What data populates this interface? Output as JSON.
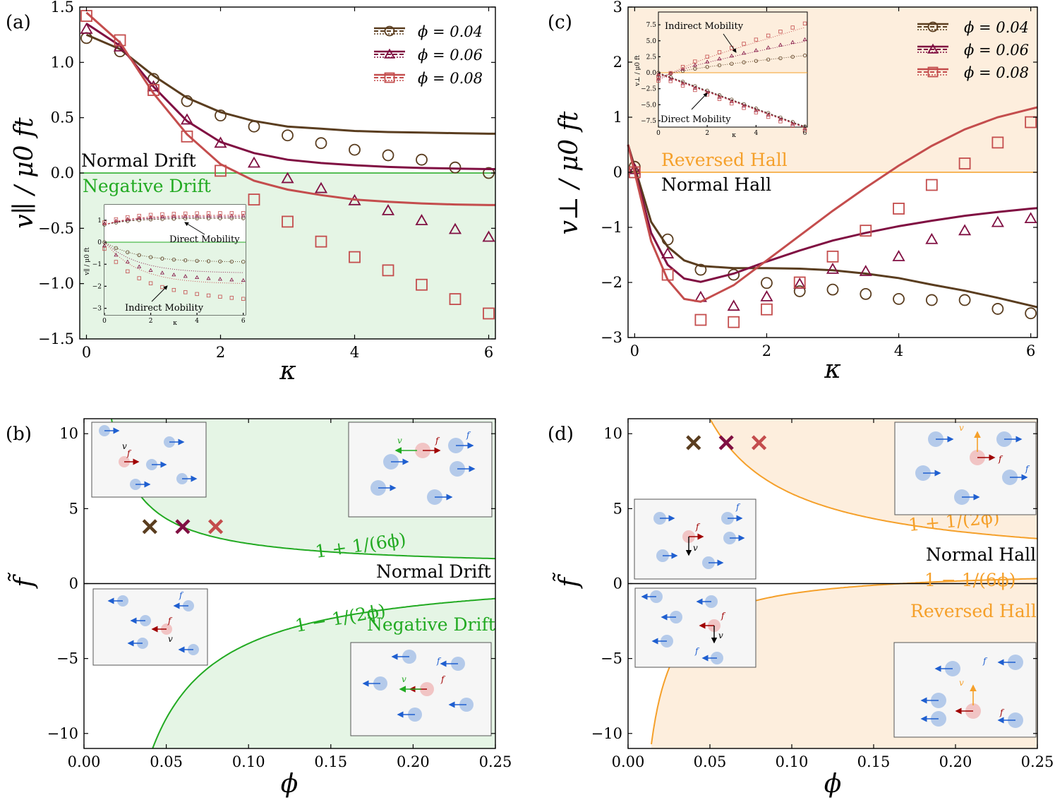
{
  "panels": {
    "a": {
      "label": "(a)",
      "ylabel": "v∥ / μ0 ft",
      "xlabel": "κ"
    },
    "b": {
      "label": "(b)",
      "ylabel": "f̃",
      "xlabel": "ϕ"
    },
    "c": {
      "label": "(c)",
      "ylabel": "v⊥ / μ0 ft",
      "xlabel": "κ"
    },
    "d": {
      "label": "(d)",
      "ylabel": "f̃",
      "xlabel": "ϕ"
    }
  },
  "legend": [
    "ϕ = 0.04",
    "ϕ = 0.06",
    "ϕ = 0.08"
  ],
  "region_labels": {
    "normal_drift": "Normal Drift",
    "negative_drift": "Negative Drift",
    "reversed_hall": "Reversed Hall",
    "normal_hall": "Normal Hall"
  },
  "curve_labels": {
    "b_upper": "1 + 1/(6ϕ)",
    "b_lower": "1 − 1/(2ϕ)",
    "d_upper": "1 + 1/(2ϕ)",
    "d_lower": "1 − 1/(6ϕ)"
  },
  "insets": {
    "a_direct": "Direct Mobility",
    "a_indirect": "Indirect Mobility",
    "c_indirect": "Indirect Mobility",
    "c_direct": "Direct Mobility",
    "a_ylabel": "v∥ / μ0 ft",
    "c_ylabel": "v⊥ / μ0 ft",
    "xlabel": "κ"
  },
  "colors": {
    "phi004": "#5a3d1f",
    "phi006": "#800f42",
    "phi008": "#c44d4d",
    "green": "#22aa22",
    "green_fill": "#e5f5e5",
    "orange": "#f5a02a",
    "orange_fill": "#fdeedd"
  },
  "chart_data": [
    {
      "panel": "a",
      "type": "line",
      "xlabel": "κ",
      "ylabel": "v∥ / μ0 ft",
      "xlim": [
        -0.1,
        6.1
      ],
      "ylim": [
        -1.5,
        1.5
      ],
      "xticks": [
        0,
        2,
        4,
        6
      ],
      "yticks": [
        -1.5,
        -1.0,
        -0.5,
        0.0,
        0.5,
        1.0,
        1.5
      ],
      "markers_x": [
        0,
        0.5,
        1,
        1.5,
        2,
        2.5,
        3,
        3.5,
        4,
        4.5,
        5,
        5.5,
        6
      ],
      "series": [
        {
          "name": "ϕ = 0.04",
          "marker": "circle",
          "markers_y": [
            1.22,
            1.1,
            0.85,
            0.65,
            0.52,
            0.42,
            0.34,
            0.27,
            0.21,
            0.16,
            0.12,
            0.05,
            0.0
          ],
          "curve": {
            "x": [
              0,
              0.5,
              1,
              1.5,
              2,
              2.5,
              3,
              3.5,
              4,
              4.5,
              5,
              5.5,
              6,
              6.1
            ],
            "y": [
              1.25,
              1.12,
              0.88,
              0.68,
              0.55,
              0.47,
              0.42,
              0.4,
              0.38,
              0.37,
              0.365,
              0.36,
              0.355,
              0.355
            ]
          }
        },
        {
          "name": "ϕ = 0.06",
          "marker": "triangle",
          "markers_y": [
            1.3,
            1.14,
            0.78,
            0.48,
            0.27,
            0.09,
            -0.05,
            -0.14,
            -0.25,
            -0.34,
            -0.43,
            -0.51,
            -0.58
          ],
          "curve": {
            "x": [
              0,
              0.5,
              1,
              1.5,
              2,
              2.5,
              3,
              3.5,
              4,
              4.5,
              5,
              5.5,
              6,
              6.1
            ],
            "y": [
              1.35,
              1.15,
              0.78,
              0.47,
              0.28,
              0.18,
              0.12,
              0.09,
              0.07,
              0.055,
              0.045,
              0.04,
              0.035,
              0.035
            ]
          }
        },
        {
          "name": "ϕ = 0.08",
          "marker": "square",
          "markers_y": [
            1.42,
            1.2,
            0.75,
            0.33,
            0.02,
            -0.24,
            -0.44,
            -0.62,
            -0.76,
            -0.88,
            -1.01,
            -1.14,
            -1.27
          ],
          "curve": {
            "x": [
              0,
              0.5,
              1,
              1.5,
              2,
              2.5,
              3,
              3.5,
              4,
              4.5,
              5,
              5.5,
              6,
              6.1
            ],
            "y": [
              1.45,
              1.18,
              0.72,
              0.35,
              0.08,
              -0.07,
              -0.15,
              -0.2,
              -0.24,
              -0.26,
              -0.275,
              -0.285,
              -0.29,
              -0.29
            ]
          }
        }
      ]
    },
    {
      "panel": "c",
      "type": "line",
      "xlabel": "κ",
      "ylabel": "v⊥ / μ0 ft",
      "xlim": [
        -0.1,
        6.1
      ],
      "ylim": [
        -3,
        3
      ],
      "xticks": [
        0,
        2,
        4,
        6
      ],
      "yticks": [
        -3,
        -2,
        -1,
        0,
        1,
        2,
        3
      ],
      "markers_x": [
        0,
        0.5,
        1,
        1.5,
        2,
        2.5,
        3,
        3.5,
        4,
        4.5,
        5,
        5.5,
        6
      ],
      "series": [
        {
          "name": "ϕ = 0.04",
          "marker": "circle",
          "markers_y": [
            0.1,
            -1.22,
            -1.77,
            -1.86,
            -2.01,
            -2.16,
            -2.13,
            -2.21,
            -2.3,
            -2.32,
            -2.32,
            -2.48,
            -2.56
          ],
          "curve": {
            "x": [
              -0.1,
              0.25,
              0.5,
              0.75,
              1,
              1.5,
              2,
              2.5,
              3,
              3.5,
              4,
              4.5,
              5,
              5.5,
              6,
              6.1
            ],
            "y": [
              0.5,
              -0.9,
              -1.35,
              -1.6,
              -1.7,
              -1.74,
              -1.74,
              -1.75,
              -1.78,
              -1.84,
              -1.92,
              -2.04,
              -2.15,
              -2.28,
              -2.42,
              -2.45
            ]
          }
        },
        {
          "name": "ϕ = 0.06",
          "marker": "triangle",
          "markers_y": [
            0.05,
            -1.48,
            -2.27,
            -2.43,
            -2.26,
            -2.03,
            -1.76,
            -1.8,
            -1.53,
            -1.22,
            -1.06,
            -0.91,
            -0.84
          ],
          "curve": {
            "x": [
              -0.1,
              0.25,
              0.5,
              0.75,
              1,
              1.5,
              2,
              2.5,
              3,
              3.5,
              4,
              4.5,
              5,
              5.5,
              6,
              6.1
            ],
            "y": [
              0.5,
              -1.1,
              -1.68,
              -1.93,
              -1.99,
              -1.84,
              -1.62,
              -1.42,
              -1.24,
              -1.1,
              -0.98,
              -0.88,
              -0.79,
              -0.72,
              -0.66,
              -0.65
            ]
          }
        },
        {
          "name": "ϕ = 0.08",
          "marker": "square",
          "markers_y": [
            0.0,
            -1.86,
            -2.68,
            -2.72,
            -2.49,
            -2.0,
            -1.53,
            -1.06,
            -0.66,
            -0.23,
            0.16,
            0.54,
            0.91
          ],
          "curve": {
            "x": [
              -0.1,
              0.25,
              0.5,
              0.75,
              1,
              1.5,
              2,
              2.5,
              3,
              3.5,
              4,
              4.5,
              5,
              5.5,
              6,
              6.1
            ],
            "y": [
              0.5,
              -1.25,
              -1.95,
              -2.3,
              -2.35,
              -2.05,
              -1.6,
              -1.15,
              -0.7,
              -0.28,
              0.12,
              0.48,
              0.78,
              1.0,
              1.15,
              1.18
            ]
          }
        }
      ]
    },
    {
      "panel": "b",
      "type": "line",
      "xlabel": "ϕ",
      "ylabel": "f̃",
      "xlim": [
        0,
        0.25
      ],
      "ylim": [
        -11,
        11
      ],
      "xticks": [
        0.0,
        0.05,
        0.1,
        0.15,
        0.2,
        0.25
      ],
      "yticks": [
        -10,
        -5,
        0,
        5,
        10
      ],
      "curves": [
        "1 + 1/(6ϕ)",
        "1 − 1/(2ϕ)"
      ],
      "crosses": [
        {
          "x": 0.04,
          "y": 3.8
        },
        {
          "x": 0.06,
          "y": 3.8
        },
        {
          "x": 0.08,
          "y": 3.8
        }
      ]
    },
    {
      "panel": "d",
      "type": "line",
      "xlabel": "ϕ",
      "ylabel": "f̃",
      "xlim": [
        0,
        0.25
      ],
      "ylim": [
        -11,
        11
      ],
      "xticks": [
        0.0,
        0.05,
        0.1,
        0.15,
        0.2,
        0.25
      ],
      "yticks": [
        -10,
        -5,
        0,
        5,
        10
      ],
      "curves": [
        "1 + 1/(2ϕ)",
        "1 − 1/(6ϕ)"
      ],
      "crosses": [
        {
          "x": 0.04,
          "y": 9.4
        },
        {
          "x": 0.06,
          "y": 9.4
        },
        {
          "x": 0.08,
          "y": 9.4
        }
      ]
    }
  ]
}
